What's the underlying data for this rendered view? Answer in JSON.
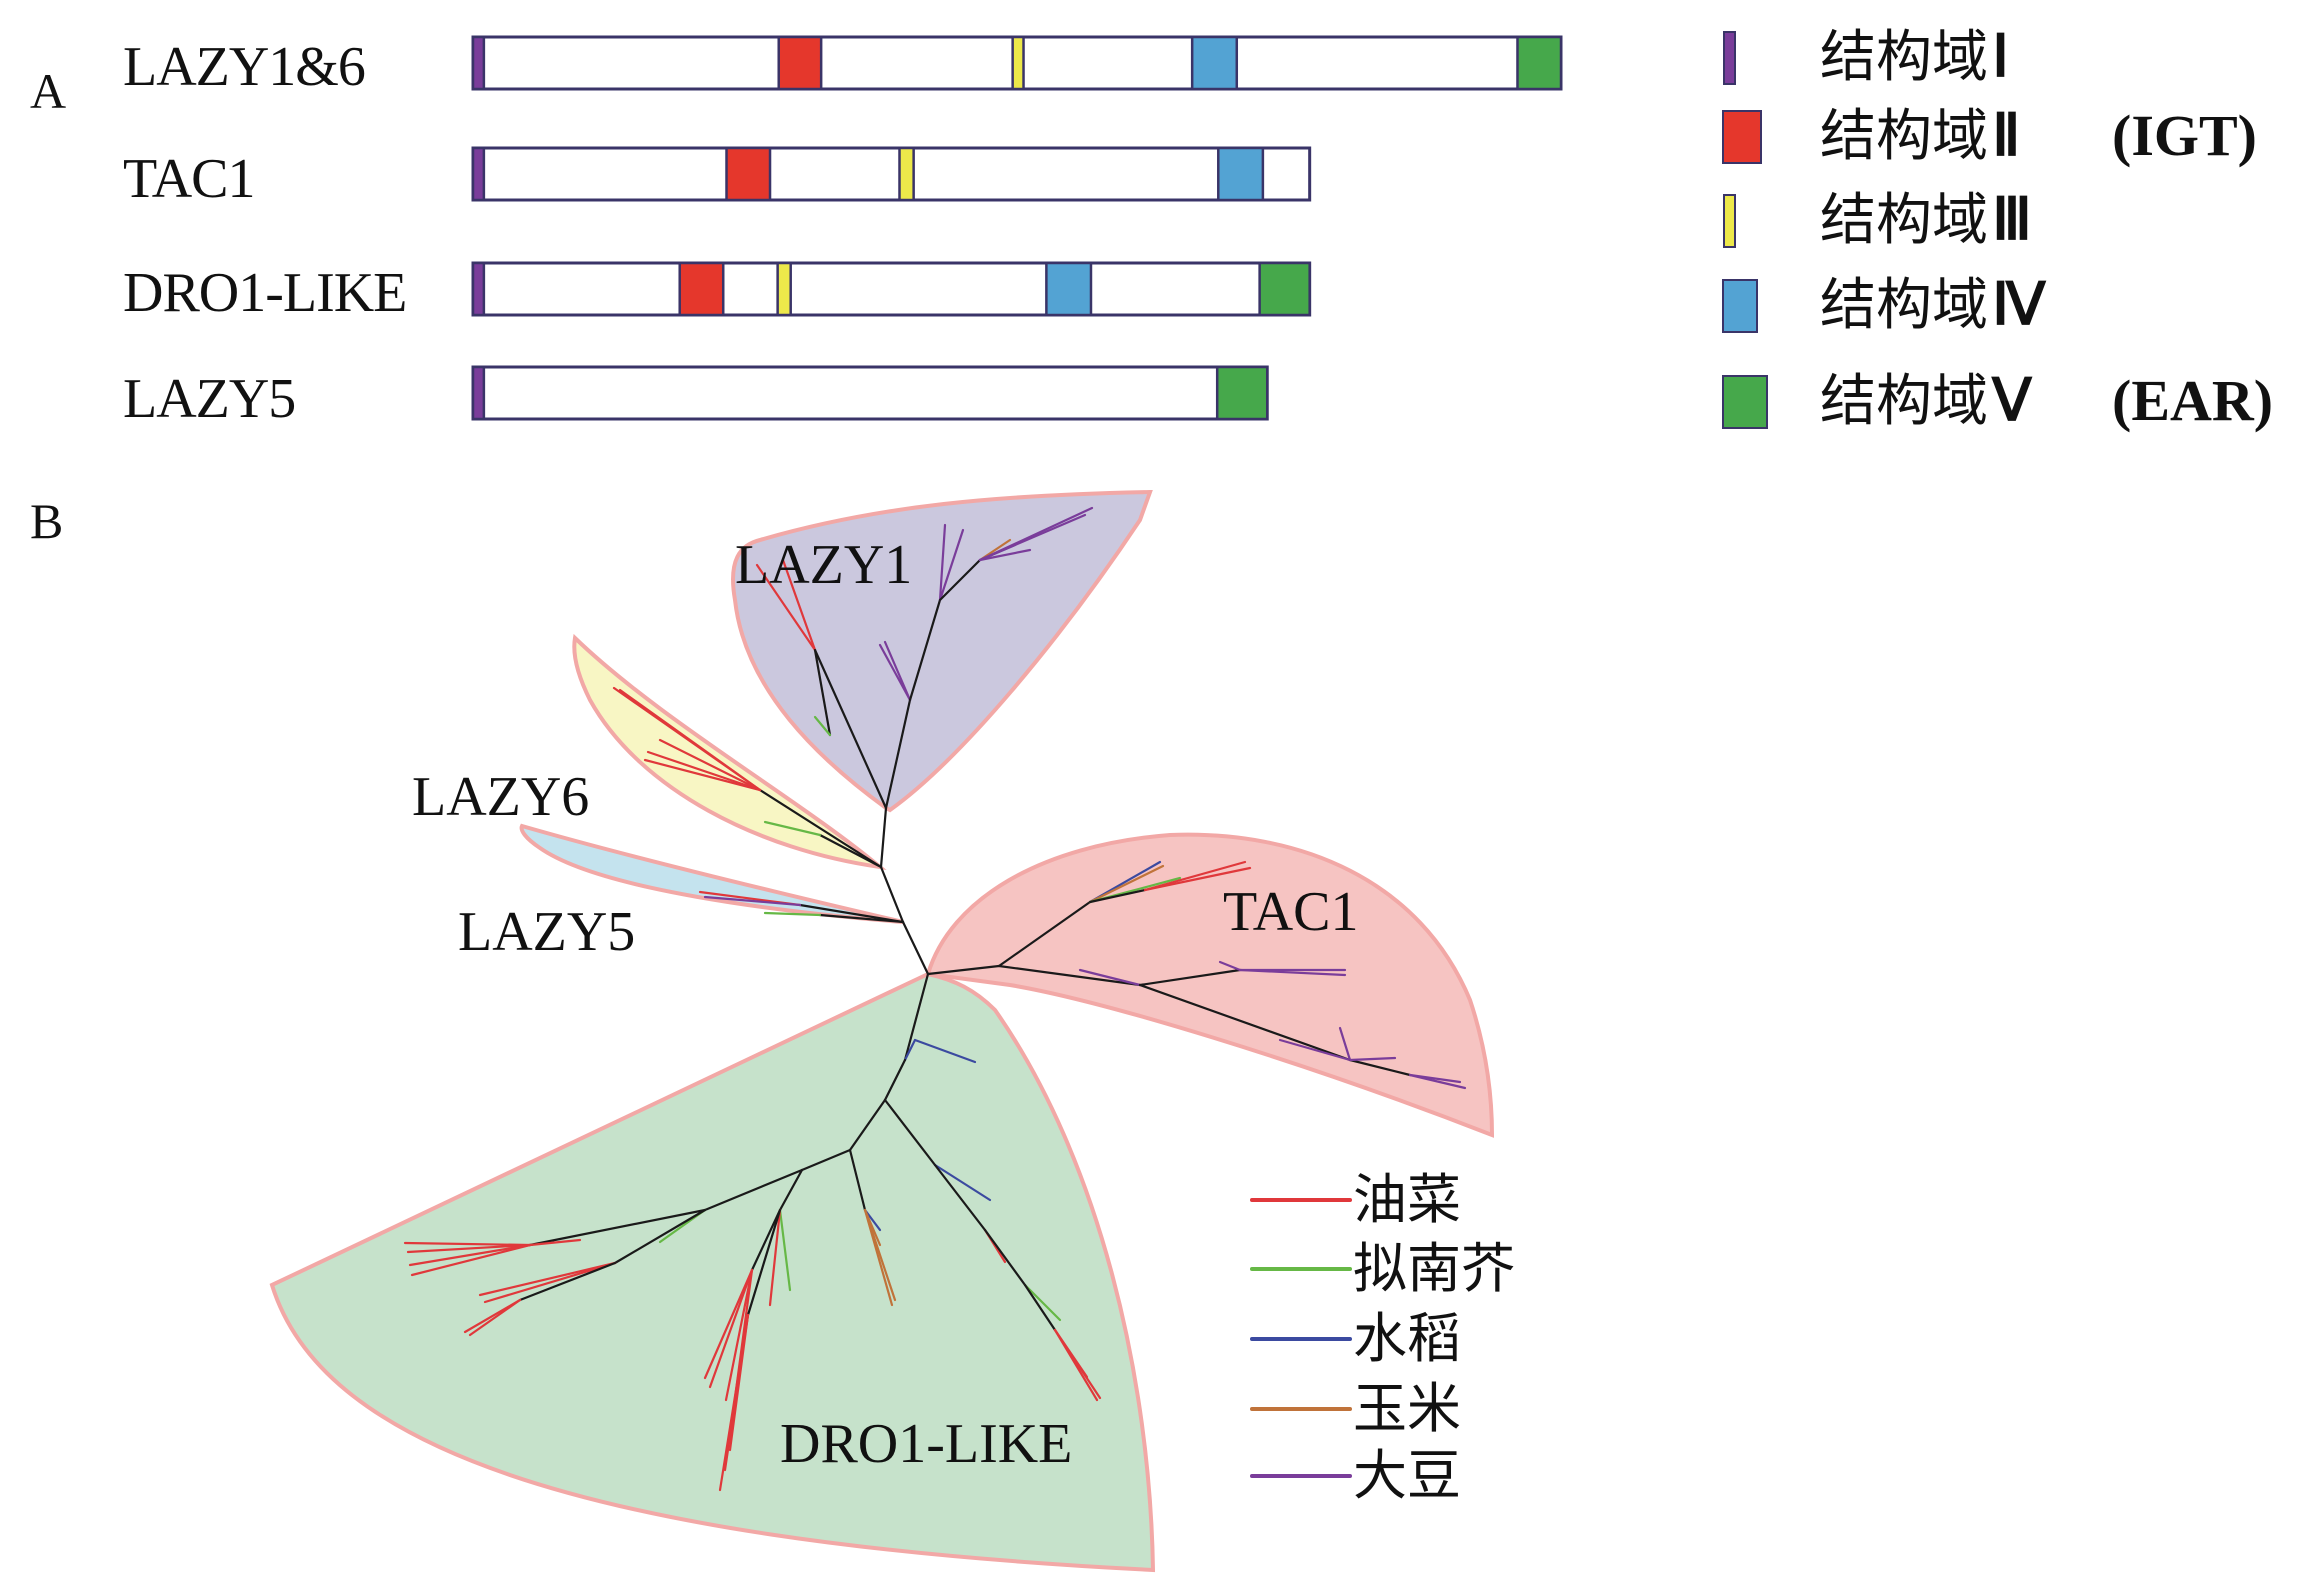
{
  "figure": {
    "panel_a_letter": "A",
    "panel_b_letter": "B"
  },
  "panel_a": {
    "title": "Protein domain architecture",
    "proteins": [
      {
        "name": "LAZY1&6",
        "length": 1.0,
        "domains": [
          {
            "id": "I",
            "start": 0.0,
            "end": 0.01
          },
          {
            "id": "II",
            "start": 0.281,
            "end": 0.32
          },
          {
            "id": "III",
            "start": 0.496,
            "end": 0.506
          },
          {
            "id": "IV",
            "start": 0.661,
            "end": 0.702
          },
          {
            "id": "V",
            "start": 0.96,
            "end": 1.0
          }
        ]
      },
      {
        "name": "TAC1",
        "length": 0.769,
        "domains": [
          {
            "id": "I",
            "start": 0.0,
            "end": 0.01
          },
          {
            "id": "II",
            "start": 0.233,
            "end": 0.273
          },
          {
            "id": "III",
            "start": 0.392,
            "end": 0.405
          },
          {
            "id": "IV",
            "start": 0.685,
            "end": 0.726
          }
        ]
      },
      {
        "name": "DRO1-LIKE",
        "length": 0.769,
        "domains": [
          {
            "id": "I",
            "start": 0.0,
            "end": 0.01
          },
          {
            "id": "II",
            "start": 0.19,
            "end": 0.23
          },
          {
            "id": "III",
            "start": 0.28,
            "end": 0.292
          },
          {
            "id": "IV",
            "start": 0.527,
            "end": 0.568
          },
          {
            "id": "V",
            "start": 0.723,
            "end": 0.769
          }
        ]
      },
      {
        "name": "LAZY5",
        "length": 0.73,
        "domains": [
          {
            "id": "I",
            "start": 0.0,
            "end": 0.01
          },
          {
            "id": "V",
            "start": 0.684,
            "end": 0.73
          }
        ]
      }
    ],
    "legend": [
      {
        "id": "I",
        "label": "结构域",
        "numeral": "Ⅰ",
        "suffix": "",
        "color": "#7a3d9a",
        "swatch": "thin"
      },
      {
        "id": "II",
        "label": "结构域",
        "numeral": "Ⅱ",
        "suffix": "(IGT)",
        "color": "#e5372c",
        "swatch": "box"
      },
      {
        "id": "III",
        "label": "结构域",
        "numeral": "Ⅲ",
        "suffix": "",
        "color": "#ede84a",
        "swatch": "thin"
      },
      {
        "id": "IV",
        "label": "结构域",
        "numeral": "Ⅳ",
        "suffix": "",
        "color": "#53a3d3",
        "swatch": "box"
      },
      {
        "id": "V",
        "label": "结构域",
        "numeral": "Ⅴ",
        "suffix": "(EAR)",
        "color": "#46a84b",
        "swatch": "box"
      }
    ],
    "outline_color": "#3a3468"
  },
  "panel_b": {
    "title": "Unrooted phylogenetic tree",
    "clades": [
      {
        "name": "LAZY1",
        "fill": "#cbc8de"
      },
      {
        "name": "LAZY6",
        "fill": "#f8f6c4"
      },
      {
        "name": "LAZY5",
        "fill": "#c4e3ee"
      },
      {
        "name": "TAC1",
        "fill": "#f6c4c2"
      },
      {
        "name": "DRO1-LIKE",
        "fill": "#c6e2cb"
      }
    ],
    "clade_border": "#f2a8a6",
    "branch_color": "#1a1a1a",
    "species_legend": [
      {
        "key": "rapeseed",
        "label": "油菜",
        "color": "#e0383b"
      },
      {
        "key": "arabidopsis",
        "label": "拟南芥",
        "color": "#66b846"
      },
      {
        "key": "rice",
        "label": "水稻",
        "color": "#3b4aa0"
      },
      {
        "key": "maize",
        "label": "玉米",
        "color": "#c0733a"
      },
      {
        "key": "soybean",
        "label": "大豆",
        "color": "#7a3d9a"
      }
    ]
  }
}
